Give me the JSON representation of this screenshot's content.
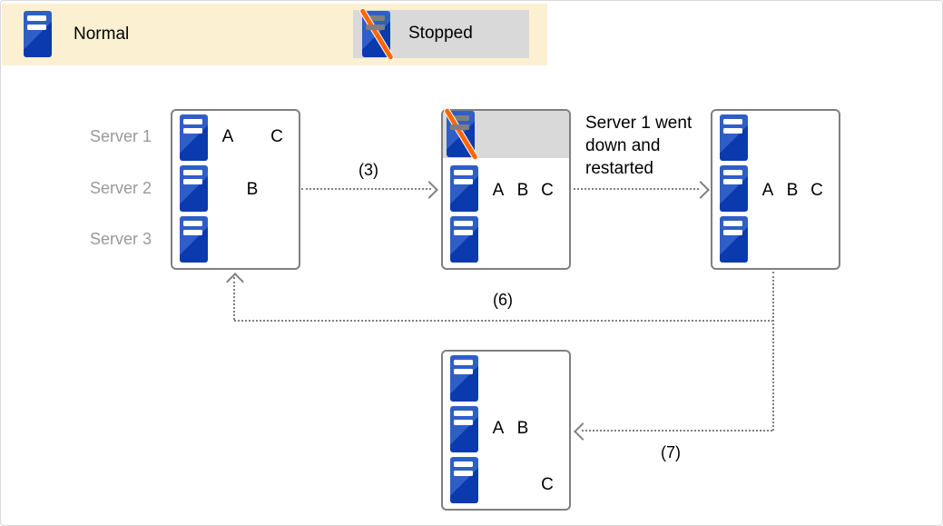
{
  "legend": {
    "normal_label": "Normal",
    "stopped_label": "Stopped"
  },
  "server_labels": [
    "Server 1",
    "Server 2",
    "Server 3"
  ],
  "boxes": {
    "initial": {
      "letters": [
        "A",
        "C",
        "B"
      ]
    },
    "failover": {
      "letters": [
        "A",
        "B",
        "C"
      ]
    },
    "restarted": {
      "letters": [
        "A",
        "B",
        "C"
      ]
    },
    "rebalanced": {
      "letters": [
        "A",
        "B",
        "C"
      ]
    }
  },
  "steps": {
    "s3": "(3)",
    "s6": "(6)",
    "s7": "(7)"
  },
  "annotation": "Server 1 went down and restarted",
  "icons": {
    "normal": "server-icon",
    "stopped": "server-stopped-icon"
  },
  "colors": {
    "legend_bg": "#FBF0D2",
    "stopped_bg": "#D9D9D9",
    "server_blue_light": "#2F5EC7",
    "server_blue_dark": "#0B3AAE",
    "stop_stripe": "#FF6600",
    "box_border": "#7F7F7F",
    "muted_text": "#999999"
  }
}
